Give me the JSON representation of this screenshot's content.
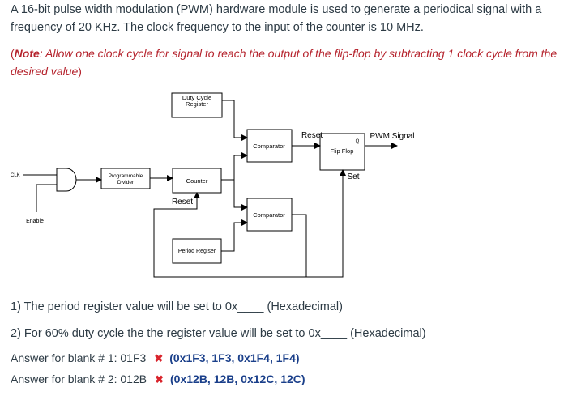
{
  "question": {
    "intro": "A 16-bit pulse width modulation (PWM) hardware module is used to generate a periodical signal with a frequency of 20 KHz. The clock frequency to the input of the counter is 10 MHz.",
    "note_open": "(",
    "note_label": "Note",
    "note_body": ": Allow one clock cycle for signal to reach the output of the flip-flop by subtracting 1 clock cycle from the desired value",
    "note_close": ")",
    "q1": "1) The period register value will be set to 0x____ (Hexadecimal)",
    "q2": "2) For 60% duty cycle the the register value will be set to 0x____ (Hexadecimal)"
  },
  "diagram": {
    "duty_cycle_register": [
      "Duty Cycle",
      "Register"
    ],
    "comparator_top": "Comparator",
    "comparator_bottom": "Comparator",
    "flip_flop": "Flip Flop",
    "q_label": "Q",
    "reset_ff": "Reset",
    "set_ff": "Set",
    "pwm_signal": "PWM Signal",
    "clk": "CLK",
    "enable": "Enable",
    "programmable_divider": [
      "Programmable",
      "Divider"
    ],
    "counter": "Counter",
    "reset_counter": "Reset",
    "period_register": "Period Regiser"
  },
  "answers": [
    {
      "prefix": "Answer for blank # 1: 01F3",
      "status_icon": "incorrect-x-icon",
      "accepted": "(0x1F3, 1F3, 0x1F4, 1F4)"
    },
    {
      "prefix": "Answer for blank # 2: 012B",
      "status_icon": "incorrect-x-icon",
      "accepted": "(0x12B, 12B, 0x12C, 12C)"
    }
  ],
  "colors": {
    "text": "#2d3b45",
    "note": "#b5232d",
    "incorrect": "#d9242c",
    "accepted": "#1a3f8a"
  }
}
